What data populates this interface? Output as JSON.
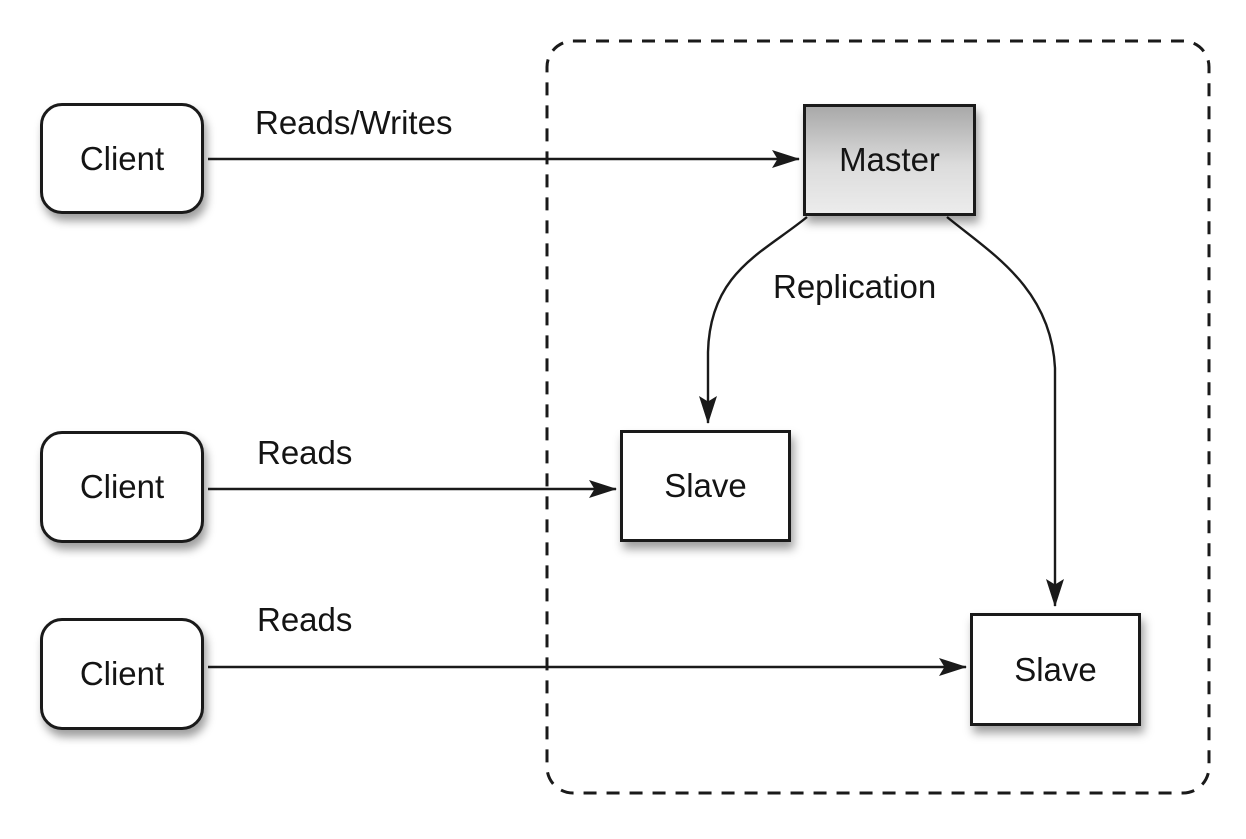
{
  "diagram": {
    "background_color": "#ffffff",
    "stroke_color": "#1a1a1a",
    "nodes": {
      "client1": {
        "label": "Client",
        "shape": "rounded-rect",
        "fill": "#ffffff"
      },
      "client2": {
        "label": "Client",
        "shape": "rounded-rect",
        "fill": "#ffffff"
      },
      "client3": {
        "label": "Client",
        "shape": "rounded-rect",
        "fill": "#ffffff"
      },
      "master": {
        "label": "Master",
        "shape": "rect",
        "fill_gradient_top": "#a9a9a9",
        "fill_gradient_bottom": "#ececec"
      },
      "slave1": {
        "label": "Slave",
        "shape": "rect",
        "fill": "#ffffff"
      },
      "slave2": {
        "label": "Slave",
        "shape": "rect",
        "fill": "#ffffff"
      }
    },
    "edges": {
      "client1_to_master": {
        "label": "Reads/Writes",
        "from": "client1",
        "to": "master"
      },
      "client2_to_slave1": {
        "label": "Reads",
        "from": "client2",
        "to": "slave1"
      },
      "client3_to_slave2": {
        "label": "Reads",
        "from": "client3",
        "to": "slave2"
      },
      "master_to_slave1": {
        "label": "Replication",
        "from": "master",
        "to": "slave1"
      },
      "master_to_slave2": {
        "label": "",
        "from": "master",
        "to": "slave2"
      }
    },
    "container": {
      "border_style": "dashed",
      "fill": "none"
    }
  }
}
